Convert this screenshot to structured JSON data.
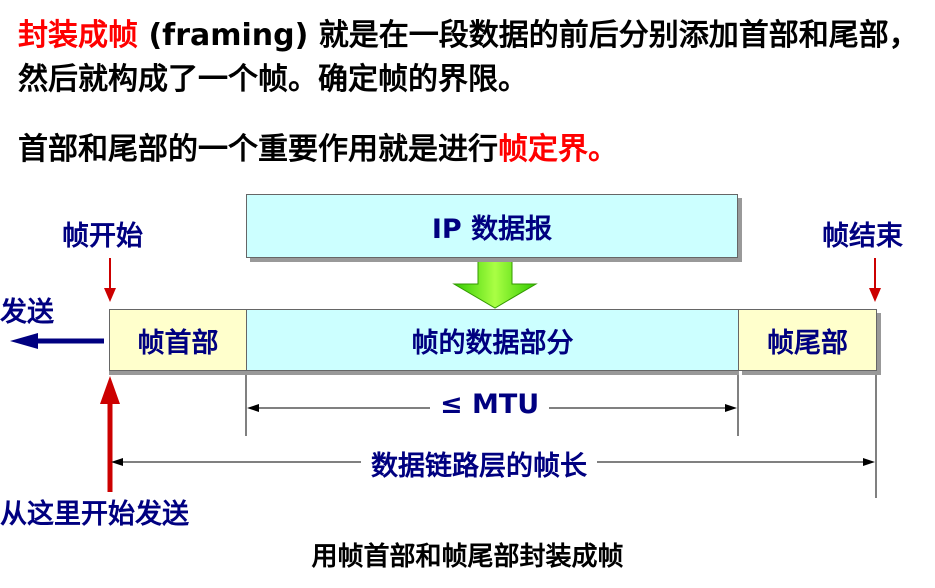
{
  "intro": {
    "term": "封装成帧",
    "english": "(framing)",
    "rest": "就是在一段数据的前后分别添加首部和尾部，然后就构成了一个帧。确定帧的界限。"
  },
  "point": {
    "text": "首部和尾部的一个重要作用就是进行",
    "highlight": "帧定界。"
  },
  "diagram": {
    "ip_datagram": "IP 数据报",
    "frame_header": "帧首部",
    "frame_data": "帧的数据部分",
    "frame_trailer": "帧尾部",
    "frame_start": "帧开始",
    "frame_end": "帧结束",
    "send": "发送",
    "start_sending_here": "从这里开始发送",
    "mtu": "≤ MTU",
    "frame_length": "数据链路层的帧长"
  },
  "caption": "用帧首部和帧尾部封装成帧",
  "colors": {
    "highlight": "#ff0000",
    "label": "#000080",
    "data_fill": "#ccffff",
    "header_fill": "#ffffcc",
    "arrow_green": "#66ff00",
    "marker_red": "#cc0000"
  }
}
